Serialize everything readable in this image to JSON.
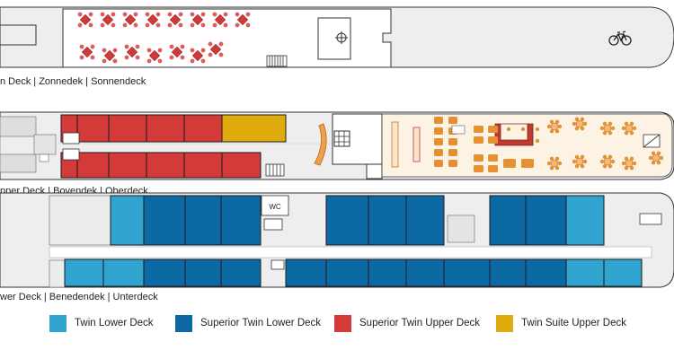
{
  "decks": {
    "sun": {
      "label": "n Deck | Zonnedek | Sonnendeck"
    },
    "upper": {
      "label": "pper Deck | Bovendek | Oberdeck"
    },
    "lower": {
      "label": "wer Deck | Benedendek | Unterdeck",
      "wc_label": "WC"
    }
  },
  "legend": [
    {
      "label": "Twin Lower Deck",
      "color": "#30a3cf"
    },
    {
      "label": "Superior Twin Lower Deck",
      "color": "#0d69a4"
    },
    {
      "label": "Superior Twin Upper Deck",
      "color": "#d43a38"
    },
    {
      "label": "Twin Suite Upper Deck",
      "color": "#e0ab0f"
    }
  ],
  "colors": {
    "outline": "#333333",
    "deck_fill": "#eeeeee",
    "lounge_fill": "#fcf3e4",
    "furniture": "#e59033",
    "bar": "#c03a32"
  },
  "icons": [
    "bicycle-icon",
    "steering-wheel-icon",
    "lift-icon",
    "table-chairs-icon"
  ]
}
